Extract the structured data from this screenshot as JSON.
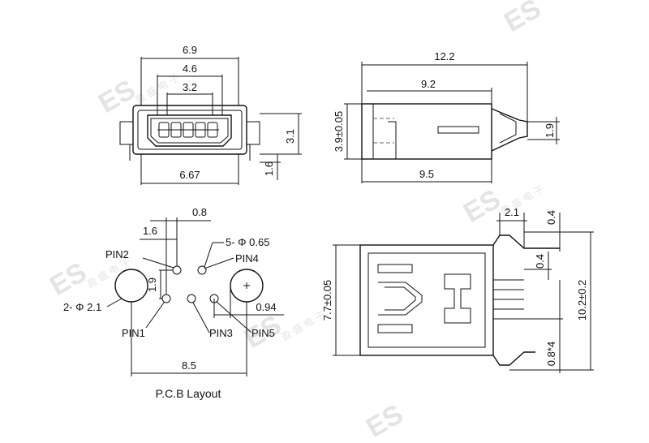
{
  "top_left_view": {
    "dims": {
      "w_outer": "6.9",
      "w_mid": "4.6",
      "w_inner": "3.2",
      "w_base": "6.67",
      "h_right": "3.1",
      "h_low": "1.6"
    }
  },
  "top_right_view": {
    "dims": {
      "len_total": "12.2",
      "len_mid": "9.2",
      "len_base": "9.5",
      "h_left": "3.9±0.05",
      "h_right": "1.9"
    }
  },
  "pcb_layout": {
    "caption": "P.C.B Layout",
    "dims": {
      "d08": "0.8",
      "d16": "1.6",
      "d19": "1.9",
      "d094": "0.94",
      "d85": "8.5"
    },
    "labels": {
      "pin1": "PIN1",
      "pin2": "PIN2",
      "pin3": "PIN3",
      "pin4": "PIN4",
      "pin5": "PIN5",
      "small_holes": "5- Φ 0.65",
      "big_holes": "2- Φ 2.1"
    }
  },
  "bottom_right_view": {
    "dims": {
      "top_w": "2.1",
      "top_gap": "0.4",
      "mid_gap": "0.4",
      "pitch": "0.8*4",
      "h_body": "7.7±0.05",
      "h_total": "10.2±0.2"
    }
  },
  "watermark": {
    "brand": "ES",
    "cn": "盈 盛 电 子"
  }
}
